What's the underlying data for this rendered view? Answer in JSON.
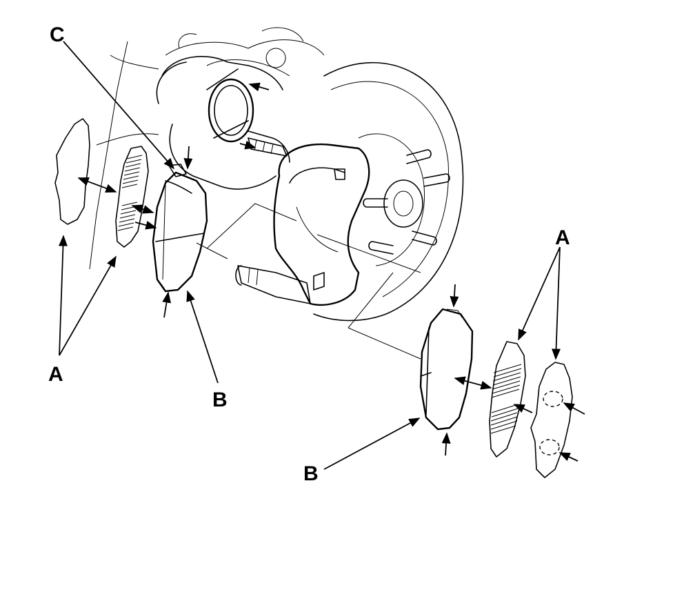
{
  "labels": {
    "shim_left": "A",
    "shim_right": "A",
    "pad_left": "B",
    "pad_right": "B",
    "wear_indicator": "C"
  },
  "colors": {
    "ink": "#000000",
    "paper": "#ffffff"
  }
}
